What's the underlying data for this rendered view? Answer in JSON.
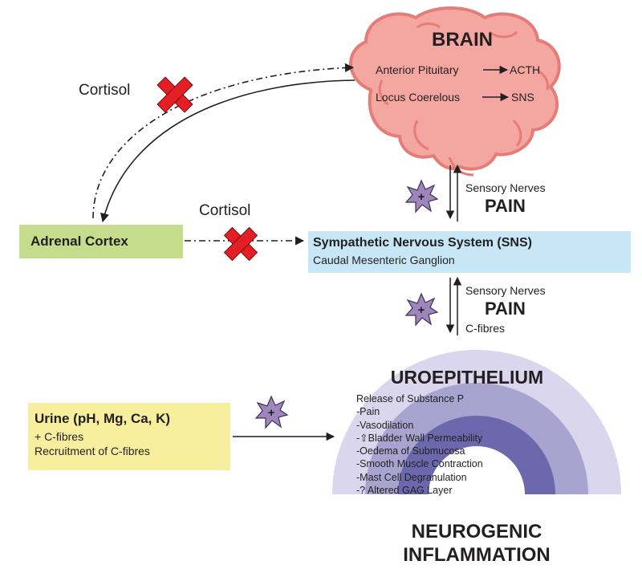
{
  "brain": {
    "title": "BRAIN",
    "line1_from": "Anterior Pituitary",
    "line1_to": "ACTH",
    "line2_from": "Locus Coerelous",
    "line2_to": "SNS"
  },
  "cortisol_top": "Cortisol",
  "cortisol_mid": "Cortisol",
  "adrenal": "Adrenal Cortex",
  "sns": {
    "title": "Sympathetic Nervous System (SNS)",
    "subtitle": "Caudal Mesenteric Ganglion"
  },
  "upper_link": {
    "nerves": "Sensory Nerves",
    "pain": "PAIN"
  },
  "lower_link": {
    "nerves": "Sensory Nerves",
    "pain": "PAIN",
    "fibres": "C-fibres"
  },
  "uroepithelium": {
    "title": "UROEPITHELIUM",
    "effects": [
      "Release of Substance P",
      "-Pain",
      "-Vasodilation",
      "-⇧Bladder Wall Permeability",
      "-Oedema of Submucosa",
      "-Smooth Muscle Contraction",
      "-Mast Cell Degranulation",
      "-? Altered GAG Layer"
    ]
  },
  "urine": {
    "title": "Urine (pH, Mg, Ca, K)",
    "line2": "+ C-fibres",
    "line3": "Recruitment of C-fibres"
  },
  "plus_symbol": "+",
  "neurogenic": {
    "line1": "NEUROGENIC",
    "line2": "INFLAMMATION"
  },
  "colors": {
    "brain": "#f4a6a0",
    "brain_outline": "#e57c77",
    "cross": "#e31e24",
    "star": "#9e86bd",
    "arc_outer": "#d9d6ed",
    "arc_mid": "#a9a3cf",
    "arc_inner": "#6c68ad",
    "adrenal": "#c5dc8c",
    "sns": "#c7e7f6",
    "urine": "#f8ef9e"
  }
}
